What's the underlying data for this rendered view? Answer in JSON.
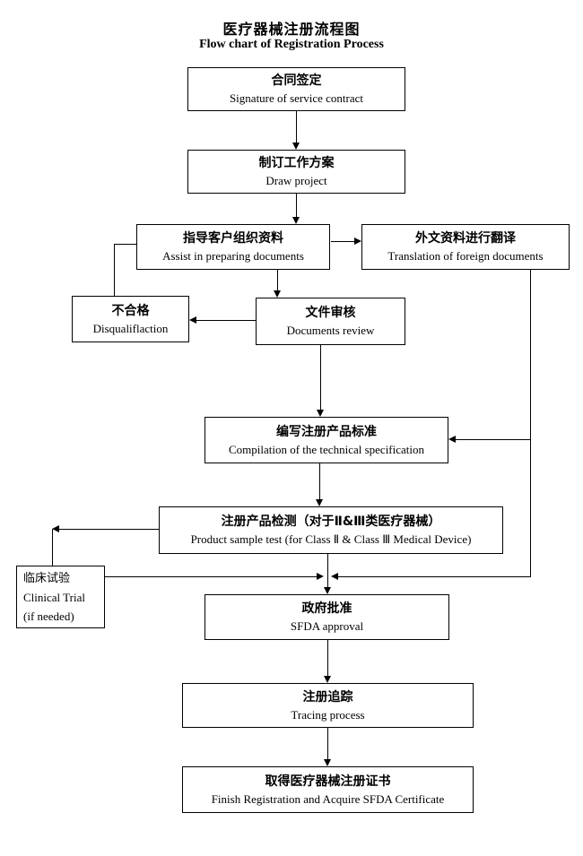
{
  "title": {
    "zh": "医疗器械注册流程图",
    "en": "Flow chart of Registration Process"
  },
  "nodes": {
    "contract": {
      "zh": "合同签定",
      "en": "Signature of service contract"
    },
    "project": {
      "zh": "制订工作方案",
      "en": "Draw project"
    },
    "assist": {
      "zh": "指导客户组织资料",
      "en": "Assist in preparing documents"
    },
    "translation": {
      "zh": "外文资料进行翻译",
      "en": "Translation of foreign documents"
    },
    "disqualify": {
      "zh": "不合格",
      "en": "Disqualiflaction"
    },
    "review": {
      "zh": "文件审核",
      "en": "Documents review"
    },
    "compilation": {
      "zh": "编写注册产品标准",
      "en": "Compilation of the technical specification"
    },
    "test": {
      "zh": "注册产品检测（对于Ⅱ&Ⅲ类医疗器械）",
      "en": "Product sample test (for Class Ⅱ & Class Ⅲ Medical Device)"
    },
    "clinical": {
      "zh": "临床试验",
      "en": "Clinical Trial",
      "note": "(if needed)"
    },
    "approval": {
      "zh": "政府批准",
      "en": "SFDA approval"
    },
    "tracing": {
      "zh": "注册追踪",
      "en": "Tracing process"
    },
    "certificate": {
      "zh": "取得医疗器械注册证书",
      "en": "Finish Registration and Acquire SFDA Certificate"
    }
  },
  "colors": {
    "background": "#ffffff",
    "line": "#000000",
    "box_border": "#000000",
    "text": "#000000"
  }
}
